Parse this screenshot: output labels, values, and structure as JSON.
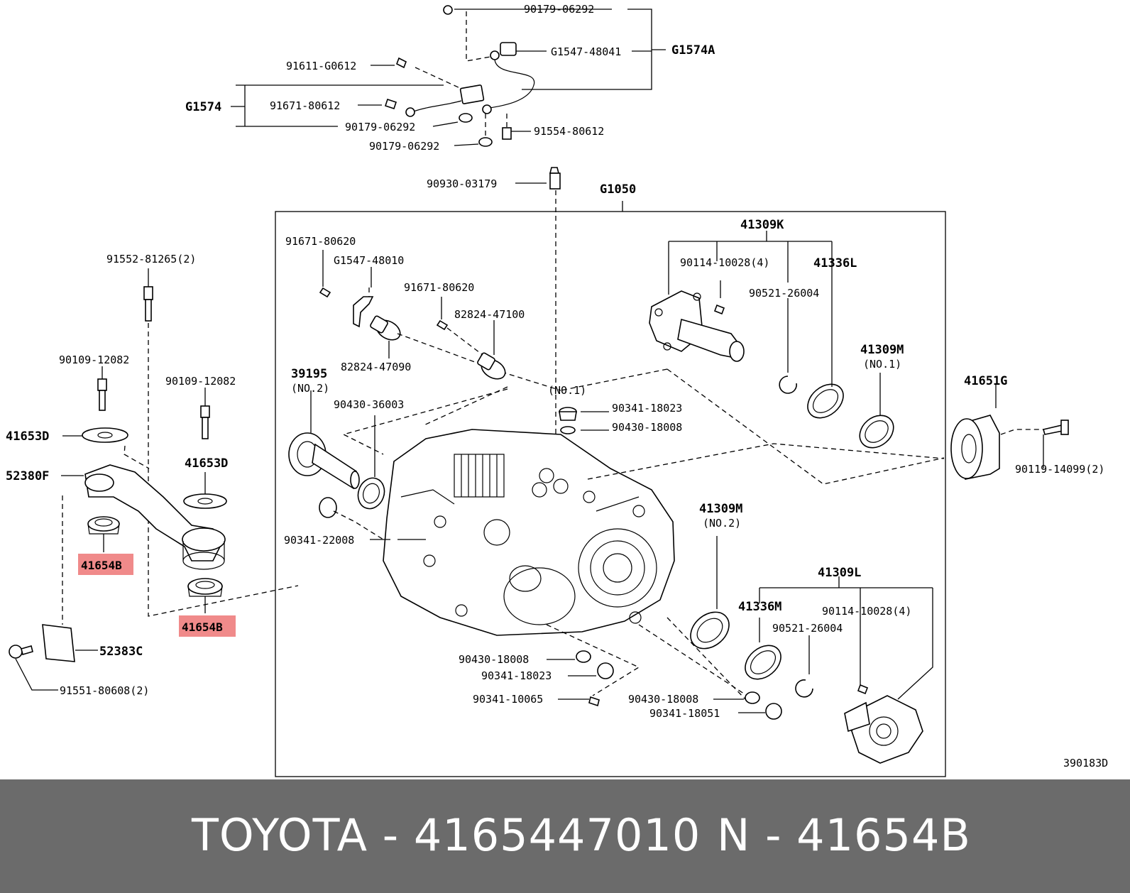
{
  "labels": {
    "l90179_06292_top": "90179-06292",
    "g1574a": "G1574A",
    "g1547_48041": "G1547-48041",
    "l91611_g0612": "91611-G0612",
    "g1574": "G1574",
    "l91671_80612": "91671-80612",
    "l90179_06292_mid": "90179-06292",
    "l91554_80612": "91554-80612",
    "l90179_06292_low": "90179-06292",
    "l90930_03179": "90930-03179",
    "g1050": "G1050",
    "l91552_81265": "91552-81265(2)",
    "l91671_80620_a": "91671-80620",
    "g1547_48010": "G1547-48010",
    "l91671_80620_b": "91671-80620",
    "l82824_47100": "82824-47100",
    "l82824_47090": "82824-47090",
    "l41309k": "41309K",
    "l90114_10028_a": "90114-10028(4)",
    "l41336l": "41336L",
    "l90521_26004_a": "90521-26004",
    "l41309m_1": "41309M",
    "no1_a": "(NO.1)",
    "l39195": "39195",
    "no2_a": "(NO.2)",
    "l90430_36003": "90430-36003",
    "no1_b": "(NO.1)",
    "l90341_18023_a": "90341-18023",
    "l90430_18008_a": "90430-18008",
    "l41651g": "41651G",
    "l90119_14099": "90119-14099(2)",
    "l90109_12082_a": "90109-12082",
    "l90109_12082_b": "90109-12082",
    "l41653d_a": "41653D",
    "l41653d_b": "41653D",
    "l52380f": "52380F",
    "l41654b_a": "41654B",
    "l41654b_b": "41654B",
    "l90341_22008": "90341-22008",
    "l41309m_2": "41309M",
    "no2_b": "(NO.2)",
    "l41309l": "41309L",
    "l41336m": "41336M",
    "l90114_10028_b": "90114-10028(4)",
    "l90521_26004_b": "90521-26004",
    "l52383c": "52383C",
    "l91551_80608": "91551-80608(2)",
    "l90430_18008_b": "90430-18008",
    "l90341_18023_b": "90341-18023",
    "l90341_10065": "90341-10065",
    "l90430_18008_c": "90430-18008",
    "l90341_18051": "90341-18051",
    "diagram_id": "390183D"
  },
  "highlight_color": "#f08a8a",
  "footer": {
    "brand_part": "TOYOTA - 4165447010",
    "ref": "N - 41654B"
  }
}
